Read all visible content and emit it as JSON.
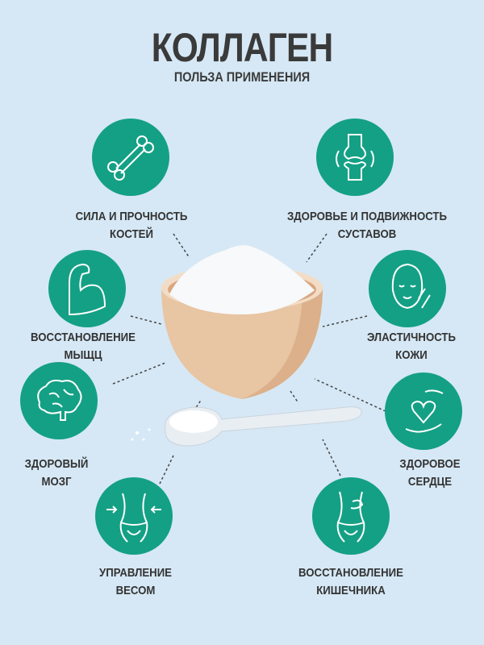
{
  "header": {
    "title": "КОЛЛАГЕН",
    "subtitle": "ПОЛЬЗА ПРИМЕНЕНИЯ"
  },
  "colors": {
    "accent": "#14a085",
    "background": "#d6e8f5",
    "text": "#333333"
  },
  "benefits": [
    {
      "icon": "bone-icon",
      "line1": "СИЛА И ПРОЧНОСТЬ",
      "line2": "КОСТЕЙ"
    },
    {
      "icon": "joint-icon",
      "line1": "ЗДОРОВЬЕ И ПОДВИЖНОСТЬ",
      "line2": "СУСТАВОВ"
    },
    {
      "icon": "muscle-icon",
      "line1": "ВОССТАНОВЛЕНИЕ",
      "line2": "МЫЩЦ"
    },
    {
      "icon": "face-icon",
      "line1": "ЭЛАСТИЧНОСТЬ",
      "line2": "КОЖИ"
    },
    {
      "icon": "brain-icon",
      "line1": "ЗДОРОВЫЙ",
      "line2": "МОЗГ"
    },
    {
      "icon": "heart-hands-icon",
      "line1": "ЗДОРОВОЕ",
      "line2": "СЕРДЦЕ"
    },
    {
      "icon": "waist-icon",
      "line1": "УПРАВЛЕНИЕ",
      "line2": "ВЕСОМ"
    },
    {
      "icon": "gut-icon",
      "line1": "ВОССТАНОВЛЕНИЕ",
      "line2": "КИШЕЧНИКА"
    }
  ]
}
